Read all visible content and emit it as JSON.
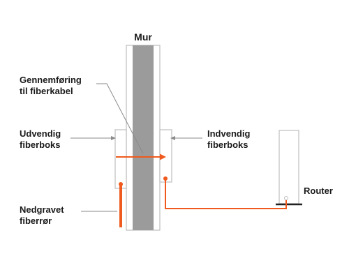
{
  "labels": {
    "wall": "Mur",
    "passthrough": [
      "Gennemføring",
      "til fiberkabel"
    ],
    "outdoor_box": [
      "Udvendig",
      "fiberboks"
    ],
    "indoor_box": [
      "Indvendig",
      "fiberboks"
    ],
    "buried_pipe": [
      "Nedgravet",
      "fiberrør"
    ],
    "router": "Router"
  },
  "colors": {
    "fiber": "#f05a1e",
    "wall_core": "#9b9b9b",
    "outline": "#bdbdbd",
    "leader": "#8a8a8a",
    "router_base": "#222222"
  }
}
